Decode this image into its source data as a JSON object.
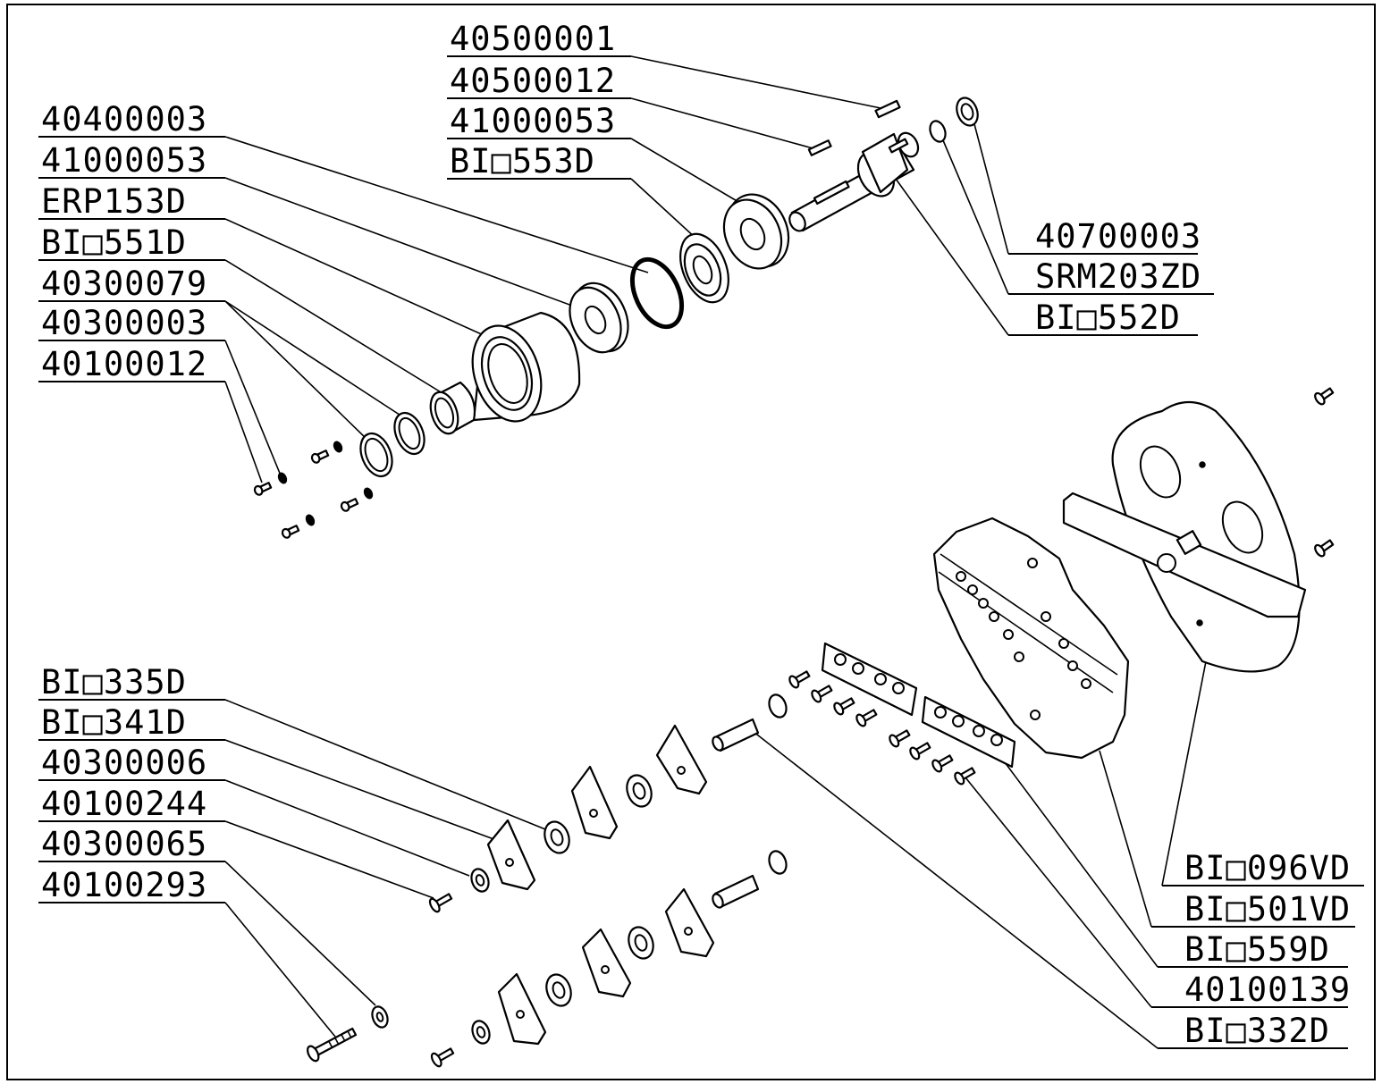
{
  "diagram": {
    "top_labels": [
      "40500001",
      "40500012",
      "41000053",
      "BI□553D"
    ],
    "left_labels_upper": [
      "40400003",
      "41000053",
      "ERP153D",
      "BI□551D",
      "40300079",
      "40300003",
      "40100012"
    ],
    "right_labels_upper": [
      "40700003",
      "SRM203ZD",
      "BI□552D"
    ],
    "left_labels_lower": [
      "BI□335D",
      "BI□341D",
      "40300006",
      "40100244",
      "40300065",
      "40100293"
    ],
    "right_labels_lower": [
      "BI□096VD",
      "BI□501VD",
      "BI□559D",
      "40100139",
      "BI□332D"
    ]
  }
}
